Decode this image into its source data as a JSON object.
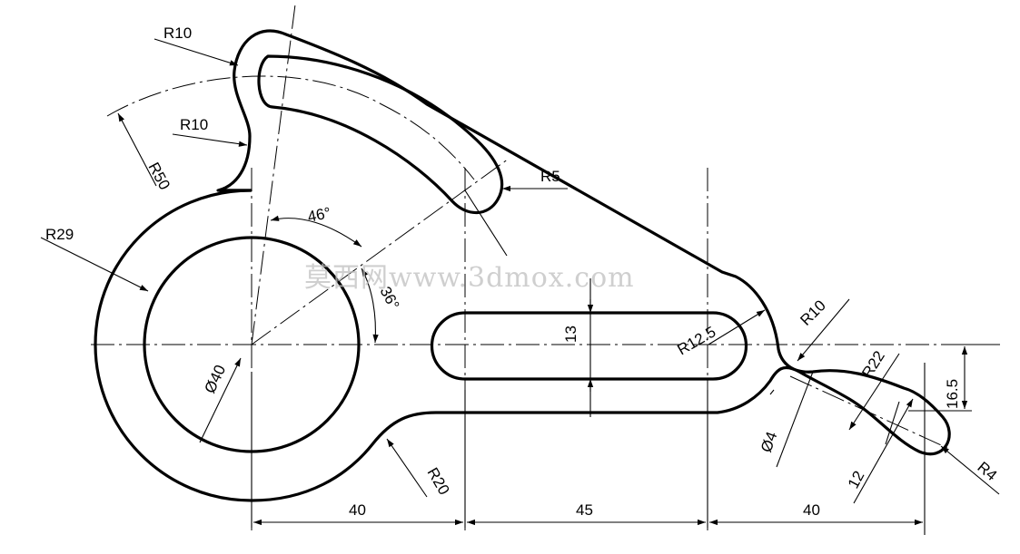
{
  "watermark": "莫西网www.3dmox.com",
  "dimensions": {
    "r10_top": "R10",
    "r10_mid": "R10",
    "r50": "R50",
    "r5": "R5",
    "r29": "R29",
    "angle_46": "46°",
    "angle_36": "36°",
    "d40": "Ø40",
    "h13": "13",
    "r12_5": "R12.5",
    "r10_right": "R10",
    "r22": "R22",
    "h16_5": "16.5",
    "d4": "Ø4",
    "w12": "12",
    "r4": "R4",
    "r20": "R20",
    "len40_left": "40",
    "len45": "45",
    "len40_right": "40"
  }
}
